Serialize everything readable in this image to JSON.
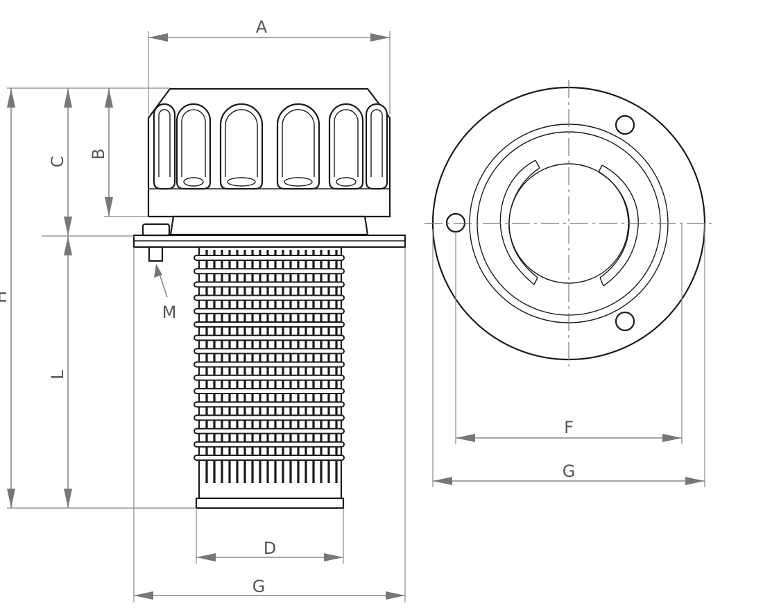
{
  "labels": {
    "A": "A",
    "B": "B",
    "C": "C",
    "H": "H",
    "L": "L",
    "M": "M",
    "D": "D",
    "G_side": "G",
    "F": "F",
    "G_top": "G"
  },
  "colors": {
    "outline": "#1a1a1a",
    "dimension": "#888888",
    "label": "#555555"
  }
}
